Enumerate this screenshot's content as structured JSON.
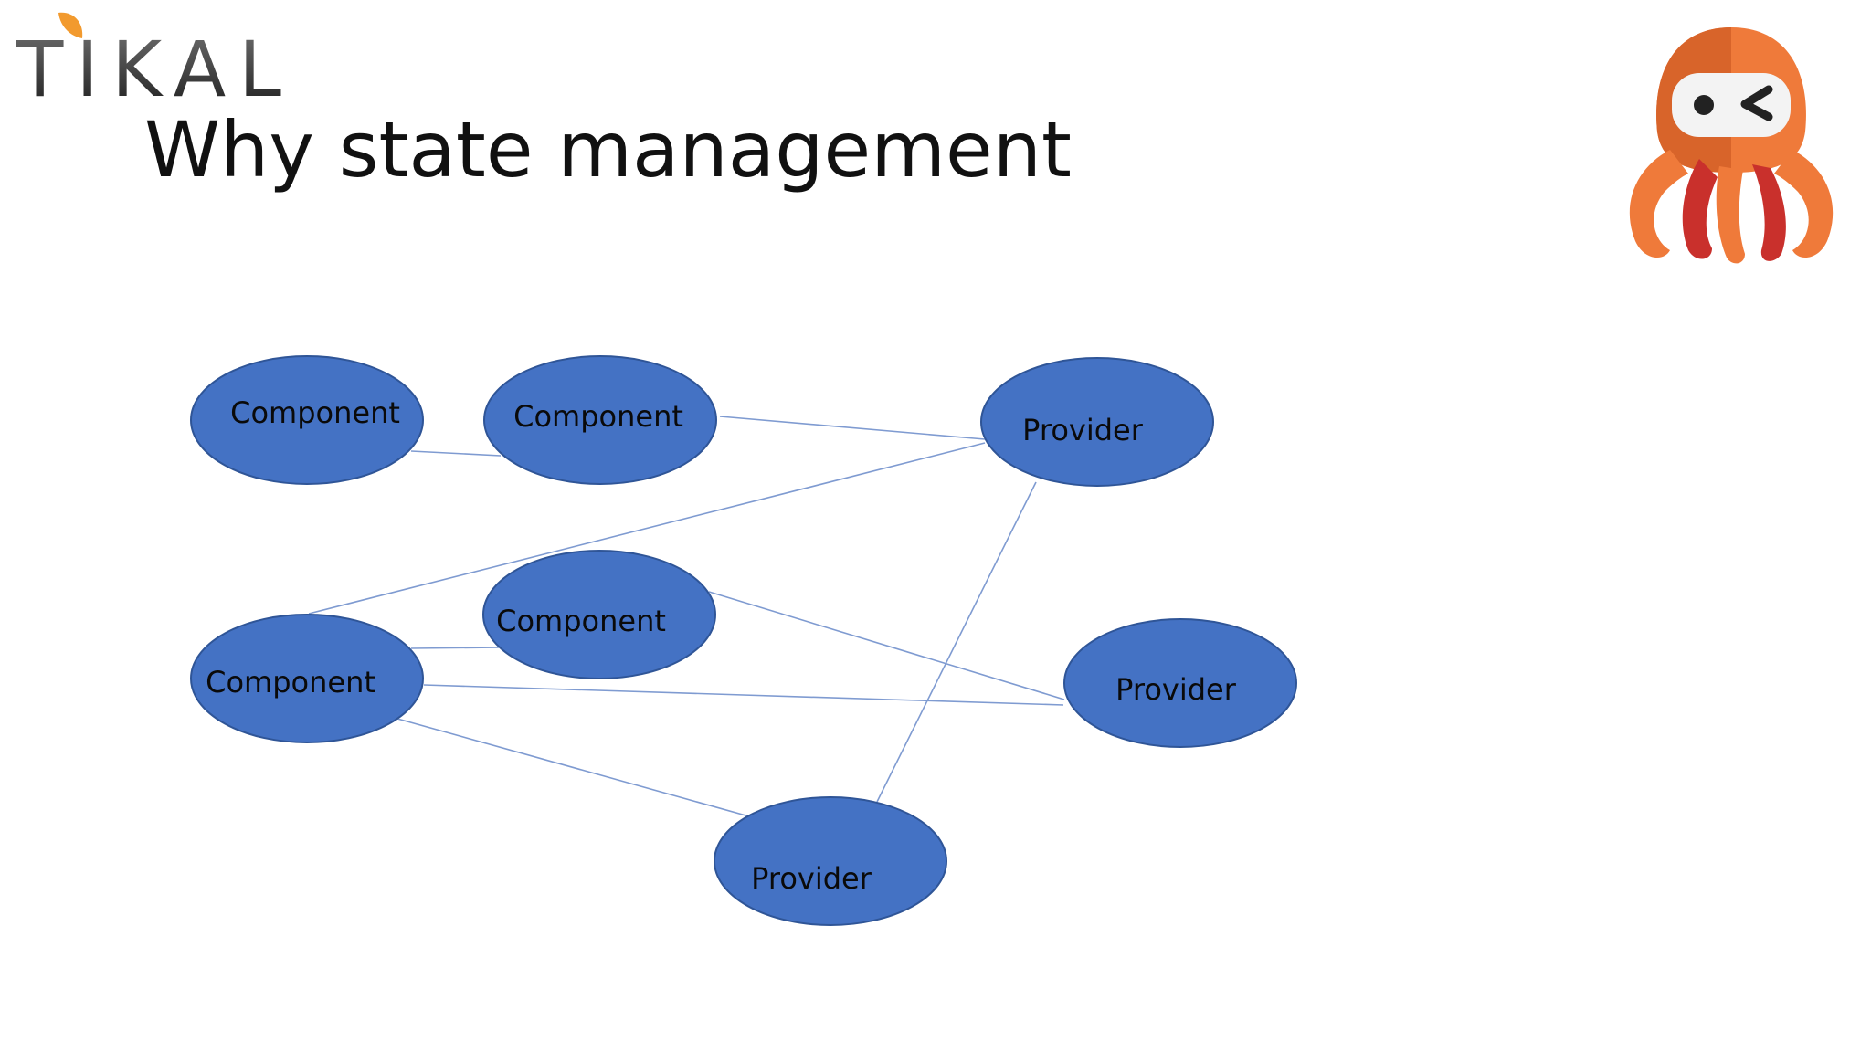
{
  "logo": {
    "text": "TIKAL"
  },
  "slide": {
    "title": "Why state management"
  },
  "colors": {
    "node_fill": "#4472c4",
    "node_stroke": "#2f5597",
    "edge": "#7f9bd1",
    "mascot_orange": "#ef7a3a",
    "logo_leaf": "#f29a2e"
  },
  "icons": {
    "mascot": "octopus-mascot-icon",
    "logo": "tikal-logo"
  },
  "diagram": {
    "nodes": [
      {
        "id": "c1",
        "label": "Component"
      },
      {
        "id": "c2",
        "label": "Component"
      },
      {
        "id": "p1",
        "label": "Provider"
      },
      {
        "id": "c3",
        "label": "Component"
      },
      {
        "id": "c4",
        "label": "Component"
      },
      {
        "id": "p2",
        "label": "Provider"
      },
      {
        "id": "p3",
        "label": "Provider"
      }
    ],
    "edges": [
      [
        "c1",
        "c2"
      ],
      [
        "c2",
        "p1"
      ],
      [
        "c4",
        "p1"
      ],
      [
        "p1",
        "p3"
      ],
      [
        "c3",
        "p2"
      ],
      [
        "c4",
        "c3"
      ],
      [
        "c4",
        "p2"
      ],
      [
        "c4",
        "p3"
      ]
    ]
  }
}
